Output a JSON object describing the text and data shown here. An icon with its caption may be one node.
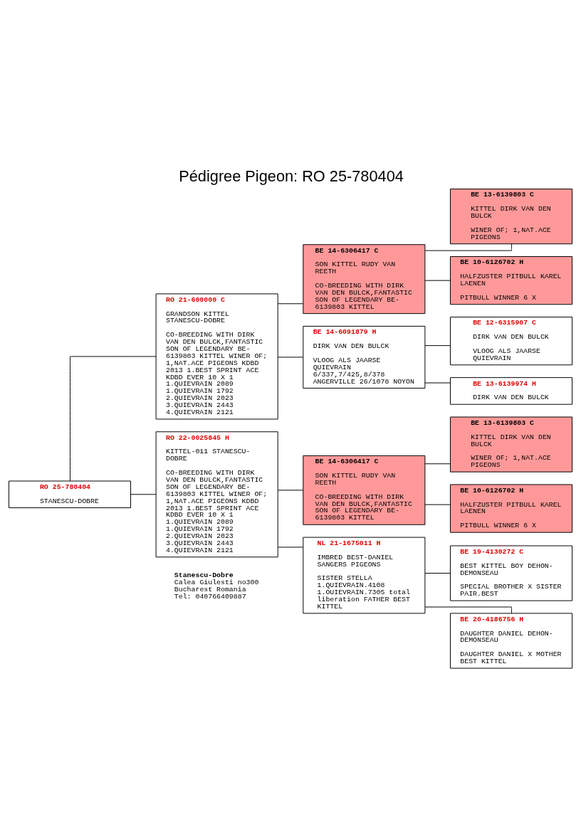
{
  "diagram": {
    "title": "Pédigree Pigeon: RO 25-780404",
    "nodes": [
      {
        "text": [
          "RO 25-780404",
          "STANESCU-DOBRE"
        ]
      },
      {
        "text": [
          "RO 21-600000 C",
          "GRANDSON KITTEL STANESCU-DOBRE",
          "CO-BREEDING WITH DIRK VAN DEN BULCK,FANTASTIC SON OF LEGENDARY BE- 6139803 KITTEL WINER OF; 1,NAT.ACE PIGEONS KDBD 2013 1.BEST SPRINT ACE KDBD EVER 10 X 1 1.QUIEVRAIN 2089 1.QUIEVRAIN 1792 2.QUIEVRAIN 2023 3.QUIEVRAIN 2443 4.QUIEVRAIN 2121"
        ]
      },
      {
        "text": [
          "BE 14-6306417 C",
          "SON KITTEL RUDY VAN REETH",
          "CO-BREEDING WITH DIRK VAN DEN BULCK,FANTASTIC SON OF LEGENDARY BE- 6139803 KITTEL"
        ]
      },
      {
        "text": [
          "BE 13-6139803 C",
          "KITTEL DIRK VAN DEN BULCK",
          "WINER OF; 1,NAT.ACE PIGEONS"
        ]
      },
      {
        "text": [
          "BE 10-6126702 H",
          "HALFZUSTER PITBULL KAREL LAENEN",
          "PITBULL WINNER 6 X"
        ]
      },
      {
        "text": [
          "BE 14-6091879 H",
          "DIRK VAN DEN BULCK",
          "VLOOG ALS JAARSE QUIEVRAIN 6/337,7/425,8/378 ANGERVILLE 26/1078 NOYON"
        ]
      },
      {
        "text": [
          "BE 12-6315907 C",
          "DIRK VAN DEN BULCK",
          "VLOOG ALS JAARSE QUIEVRAIN"
        ]
      },
      {
        "text": [
          "BE 13-6139974 H",
          "DIRK VAN DEN BULCK"
        ]
      },
      {
        "text": [
          "RO 22-0025845 H",
          "KITTEL-011 STANESCU-DOBRE",
          "CO-BREEDING WITH DIRK VAN DEN BULCK,FANTASTIC SON OF LEGENDARY BE- 6139803 KITTEL WINER OF; 1,NAT.ACE PIGEONS KDBD 2013 1.BEST SPRINT ACE KDBD EVER 10 X 1 1.QUIEVRAIN 2089 1.QUIEVRAIN 1792 2.QUIEVRAIN 2023 3.QUIEVRAIN 2443 4.QUIEVRAIN 2121"
        ]
      },
      {
        "text": [
          "BE 14-6306417 C",
          "SON KITTEL RUDY VAN REETH",
          "CO-BREEDING WITH DIRK VAN DEN BULCK,FANTASTIC SON OF LEGENDARY BE- 6139803 KITTEL"
        ]
      },
      {
        "text": [
          "BE 13-6139803 C",
          "KITTEL DIRK VAN DEN BULCK",
          "WINER OF; 1,NAT.ACE PIGEONS"
        ]
      },
      {
        "text": [
          "BE 10-6126702 H",
          "HALFZUSTER PITBULL KAREL LAENEN",
          "PITBULL WINNER 6 X"
        ]
      },
      {
        "text": [
          "NL 21-1675011 H",
          "IMBRED BEST-DANIEL SANGERS PIGEONS",
          "SISTER STELLA 1.QUIEVRAIN.4108 1.OUIEVRAIN.7305 total liberation FATHER BEST KITTEL"
        ]
      },
      {
        "text": [
          "BE 19-4130272 C",
          "BEST KITTEL BOY DEHON-DEMONSEAU",
          "SPECIAL BROTHER X SISTER PAIR.BEST"
        ]
      },
      {
        "text": [
          "BE 20-4186756 H",
          "DAUGHTER DANIEL DEHON-DEMONSEAU",
          "DAUGHTER DANIEL X MOTHER BEST KITTEL"
        ]
      }
    ],
    "edges": [
      {
        "from": 0,
        "to": 1,
        "arrow": "none"
      },
      {
        "from": 0,
        "to": 8,
        "arrow": "none"
      },
      {
        "from": 1,
        "to": 2,
        "arrow": "none"
      },
      {
        "from": 1,
        "to": 5,
        "arrow": "none"
      },
      {
        "from": 2,
        "to": 3,
        "arrow": "none"
      },
      {
        "from": 2,
        "to": 4,
        "arrow": "none"
      },
      {
        "from": 5,
        "to": 6,
        "arrow": "none"
      },
      {
        "from": 5,
        "to": 7,
        "arrow": "none"
      },
      {
        "from": 8,
        "to": 9,
        "arrow": "none"
      },
      {
        "from": 8,
        "to": 12,
        "arrow": "none"
      },
      {
        "from": 9,
        "to": 10,
        "arrow": "none"
      },
      {
        "from": 9,
        "to": 11,
        "arrow": "none"
      },
      {
        "from": 12,
        "to": 13,
        "arrow": "none"
      },
      {
        "from": 12,
        "to": 14,
        "arrow": "none"
      }
    ],
    "labels": [
      "Stanescu-Dobre",
      "Calea Giulesti no300",
      "Bucharest Romania",
      "Tel: 040766409887"
    ]
  }
}
